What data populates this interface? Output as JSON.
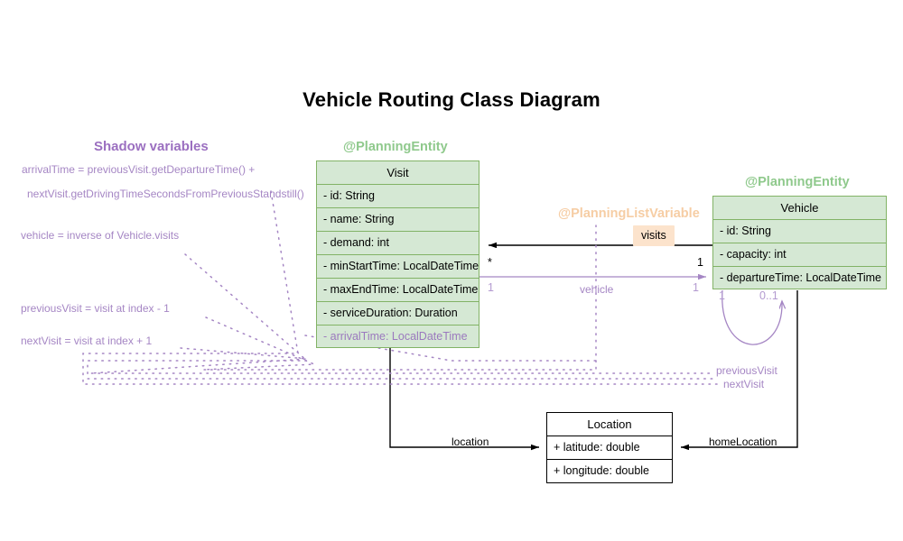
{
  "title": "Vehicle Routing Class Diagram",
  "colors": {
    "class_fill": "#d5e8d4",
    "class_border": "#82b366",
    "stereotype_green": "#8fc98c",
    "stereotype_orange": "#f6cda4",
    "shadow_purple": "#9b6fc0",
    "shadow_text": "#a586c4",
    "badge_fill": "#fce3cc",
    "plain_border": "#000000"
  },
  "shadow_section": {
    "heading": "Shadow variables",
    "notes": [
      "arrivalTime = previousVisit.getDepartureTime() +",
      "nextVisit.getDrivingTimeSecondsFromPreviousStandstill()",
      "vehicle = inverse of Vehicle.visits",
      "previousVisit = visit at index - 1",
      "nextVisit = visit at index + 1"
    ]
  },
  "classes": [
    {
      "id": "visit",
      "stereotype": "@PlanningEntity",
      "name": "Visit",
      "attributes": [
        {
          "text": "- id: String",
          "shadow": false
        },
        {
          "text": "- name: String",
          "shadow": false
        },
        {
          "text": "- demand: int",
          "shadow": false
        },
        {
          "text": "- minStartTime: LocalDateTime",
          "shadow": false
        },
        {
          "text": "- maxEndTime: LocalDateTime",
          "shadow": false
        },
        {
          "text": "- serviceDuration: Duration",
          "shadow": false
        },
        {
          "text": "- arrivalTime: LocalDateTime",
          "shadow": true
        }
      ]
    },
    {
      "id": "vehicle",
      "stereotype": "@PlanningEntity",
      "name": "Vehicle",
      "attributes": [
        {
          "text": "- id: String",
          "shadow": false
        },
        {
          "text": "- capacity: int",
          "shadow": false
        },
        {
          "text": "- departureTime: LocalDateTime",
          "shadow": false
        }
      ]
    },
    {
      "id": "location",
      "stereotype": "",
      "name": "Location",
      "attributes": [
        {
          "text": "+ latitude: double",
          "shadow": false
        },
        {
          "text": "+ longitude: double",
          "shadow": false
        }
      ]
    }
  ],
  "annotations": {
    "planning_list_variable": "@PlanningListVariable",
    "visits_badge": "visits"
  },
  "relations": {
    "visits": {
      "label": "visits",
      "source_mult": "1",
      "target_mult": "*"
    },
    "vehicle": {
      "label": "vehicle",
      "source_mult": "1",
      "target_mult": "1"
    },
    "self_loop": {
      "source_mult": "1",
      "target_mult": "0..1"
    },
    "previous_visit": {
      "label": "previousVisit"
    },
    "next_visit": {
      "label": "nextVisit"
    },
    "location": {
      "label": "location"
    },
    "home_location": {
      "label": "homeLocation"
    }
  }
}
